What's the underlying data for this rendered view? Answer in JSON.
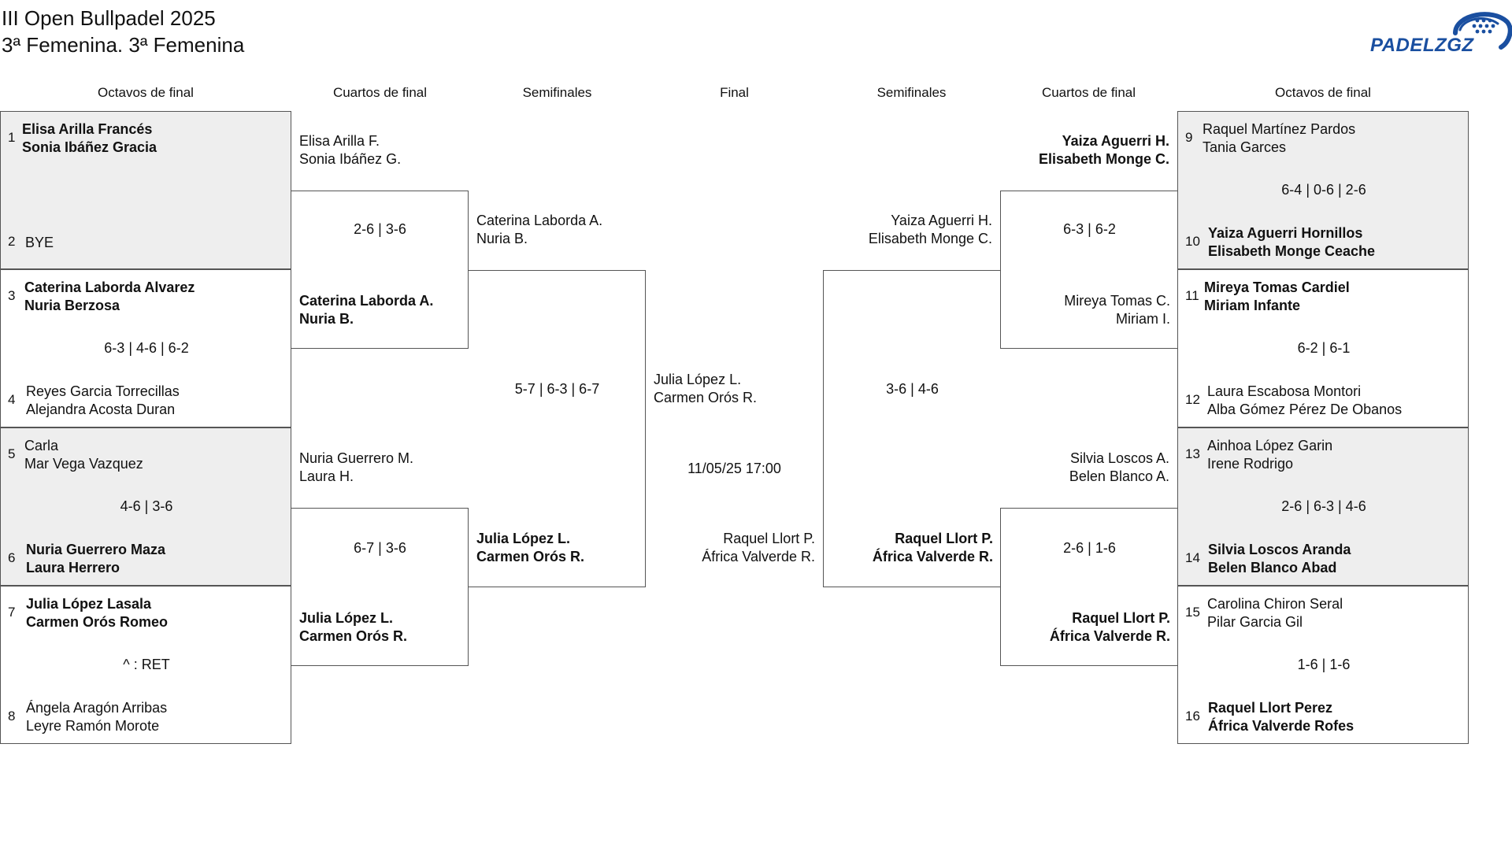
{
  "title": {
    "line1": "III Open Bullpadel 2025",
    "line2": "3ª Femenina. 3ª Femenina"
  },
  "logo": {
    "text": "PADELZGZ",
    "icon": "padel-ball-logo-icon"
  },
  "colors": {
    "logo_blue": "#1a4fa0",
    "block_grey": "#eeeeee",
    "border": "#555555"
  },
  "headers": {
    "left_octavos": "Octavos de final",
    "left_cuartos": "Cuartos de final",
    "left_semis": "Semifinales",
    "final": "Final",
    "right_semis": "Semifinales",
    "right_cuartos": "Cuartos de final",
    "right_octavos": "Octavos de final"
  },
  "r16_left": [
    {
      "seed_a": "1",
      "a1": "Elisa Arilla Francés",
      "a2": "Sonia Ibáñez Gracia",
      "score": "",
      "seed_b": "2",
      "b1": "BYE",
      "b2": ""
    },
    {
      "seed_a": "3",
      "a1": "Caterina Laborda Alvarez",
      "a2": "Nuria Berzosa",
      "score": "6-3 | 4-6 | 6-2",
      "seed_b": "4",
      "b1": "Reyes Garcia Torrecillas",
      "b2": "Alejandra Acosta Duran"
    },
    {
      "seed_a": "5",
      "a1": "Carla",
      "a2": "Mar Vega Vazquez",
      "score": "4-6 | 3-6",
      "seed_b": "6",
      "b1": "Nuria Guerrero Maza",
      "b2": "Laura Herrero"
    },
    {
      "seed_a": "7",
      "a1": "Julia López Lasala",
      "a2": "Carmen Orós Romeo",
      "score": "^ : RET",
      "seed_b": "8",
      "b1": "Ángela Aragón Arribas",
      "b2": "Leyre Ramón Morote"
    }
  ],
  "qf_left": [
    {
      "a1": "Elisa Arilla F.",
      "a2": "Sonia Ibáñez G.",
      "score": "2-6 | 3-6",
      "b1": "Caterina Laborda A.",
      "b2": "Nuria B."
    },
    {
      "a1": "Nuria Guerrero M.",
      "a2": "Laura H.",
      "score": "6-7 | 3-6",
      "b1": "Julia López L.",
      "b2": "Carmen Orós R."
    }
  ],
  "sf_left": {
    "a1": "Caterina Laborda A.",
    "a2": "Nuria B.",
    "score": "5-7 | 6-3 | 6-7",
    "b1": "Julia López L.",
    "b2": "Carmen Orós R."
  },
  "final": {
    "a1": "Julia López L.",
    "a2": "Carmen Orós R.",
    "datetime": "11/05/25 17:00",
    "b1": "Raquel Llort P.",
    "b2": "África Valverde R."
  },
  "sf_right": {
    "a1": "Yaiza Aguerri H.",
    "a2": "Elisabeth Monge C.",
    "score": "3-6 | 4-6",
    "b1": "Raquel Llort P.",
    "b2": "África Valverde R."
  },
  "qf_right": [
    {
      "a1": "Yaiza Aguerri H.",
      "a2": "Elisabeth Monge C.",
      "score": "6-3 | 6-2",
      "b1": "Mireya Tomas C.",
      "b2": "Miriam I."
    },
    {
      "a1": "Silvia Loscos A.",
      "a2": "Belen Blanco A.",
      "score": "2-6 | 1-6",
      "b1": "Raquel Llort P.",
      "b2": "África Valverde R."
    }
  ],
  "r16_right": [
    {
      "seed_a": "9",
      "a1": "Raquel Martínez Pardos",
      "a2": "Tania Garces",
      "score": "6-4 | 0-6 | 2-6",
      "seed_b": "10",
      "b1": "Yaiza Aguerri Hornillos",
      "b2": "Elisabeth Monge Ceache"
    },
    {
      "seed_a": "11",
      "a1": "Mireya Tomas Cardiel",
      "a2": "Miriam Infante",
      "score": "6-2 | 6-1",
      "seed_b": "12",
      "b1": "Laura Escabosa Montori",
      "b2": "Alba Gómez Pérez De Obanos"
    },
    {
      "seed_a": "13",
      "a1": "Ainhoa López Garin",
      "a2": "Irene Rodrigo",
      "score": "2-6 | 6-3 | 4-6",
      "seed_b": "14",
      "b1": "Silvia Loscos Aranda",
      "b2": "Belen Blanco Abad"
    },
    {
      "seed_a": "15",
      "a1": "Carolina Chiron Seral",
      "a2": "Pilar Garcia Gil",
      "score": "1-6 | 1-6",
      "seed_b": "16",
      "b1": "Raquel Llort Perez",
      "b2": "África Valverde Rofes"
    }
  ]
}
